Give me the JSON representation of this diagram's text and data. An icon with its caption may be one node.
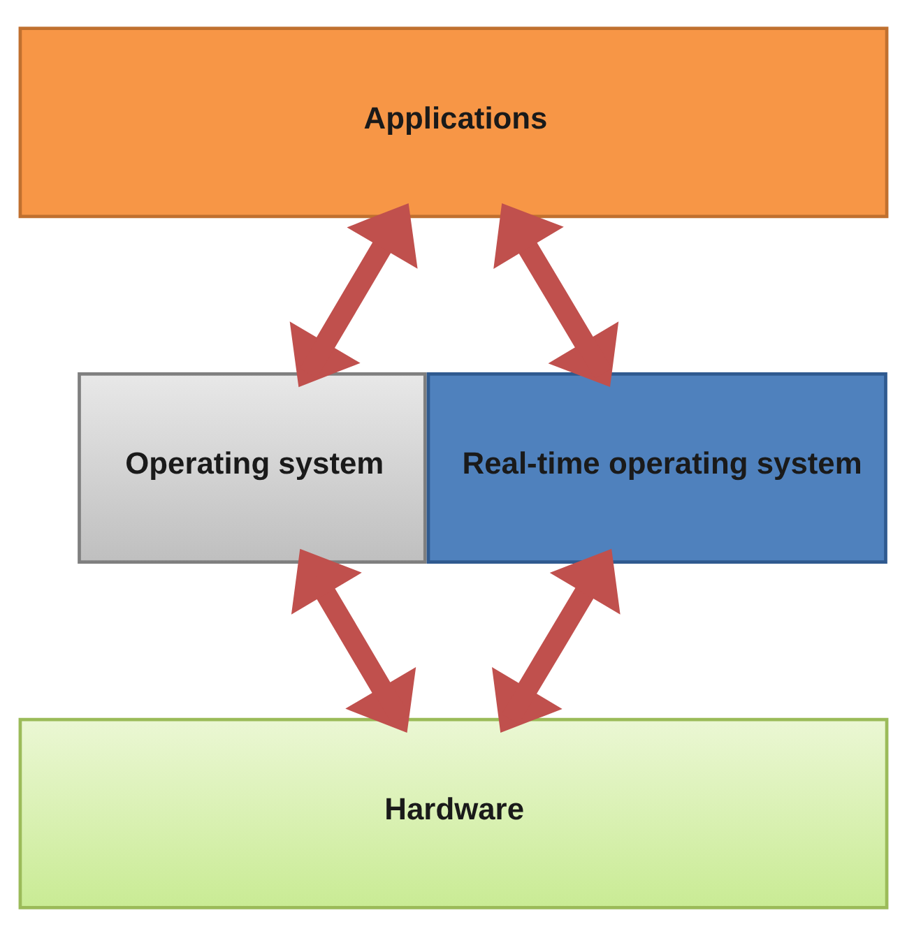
{
  "diagram": {
    "nodes": [
      {
        "text": [
          "Applications"
        ]
      },
      {
        "text": [
          "Operating system"
        ]
      },
      {
        "text": [
          "Real-time operating system"
        ]
      },
      {
        "text": [
          "Hardware"
        ]
      }
    ],
    "edges": [
      {
        "from": 0,
        "to": 1,
        "arrow": "to"
      },
      {
        "from": 1,
        "to": 0,
        "arrow": "to"
      },
      {
        "from": 2,
        "to": 0,
        "arrow": "to"
      },
      {
        "from": 0,
        "to": 2,
        "arrow": "to"
      },
      {
        "from": 1,
        "to": 3,
        "arrow": "to"
      },
      {
        "from": 3,
        "to": 1,
        "arrow": "to"
      },
      {
        "from": 3,
        "to": 2,
        "arrow": "to"
      },
      {
        "from": 2,
        "to": 3,
        "arrow": "to"
      }
    ]
  }
}
